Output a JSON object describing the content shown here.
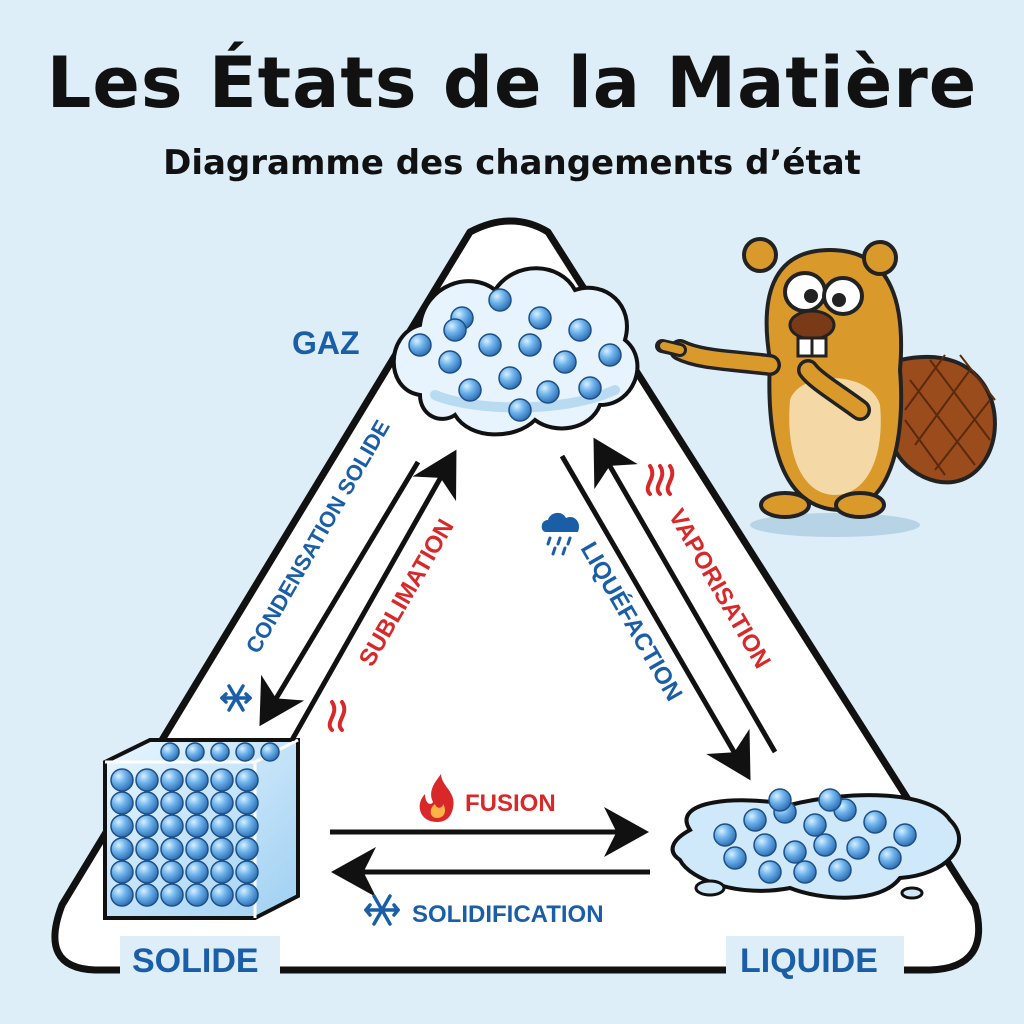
{
  "title": "Les États de la Matière",
  "subtitle": "Diagramme des changements d’état",
  "states": {
    "gas": "GAZ",
    "solid": "SOLIDE",
    "liquid": "LIQUIDE"
  },
  "transitions": {
    "condensation_solide": "CONDENSATION SOLIDE",
    "sublimation": "SUBLIMATION",
    "liquefaction": "LIQUÉFACTION",
    "vaporisation": "VAPORISATION",
    "fusion": "FUSION",
    "solidification": "SOLIDIFICATION"
  },
  "colors": {
    "background": "#ddeef8",
    "cold_blue": "#1b5ea8",
    "heat_red": "#d8282a",
    "particle_blue": "#5aa8e6",
    "beaver_fur": "#d99a2b"
  },
  "icons": [
    "snowflake-icon",
    "heat-waves-icon",
    "rain-cloud-icon",
    "flame-icon",
    "snowflake-icon"
  ]
}
